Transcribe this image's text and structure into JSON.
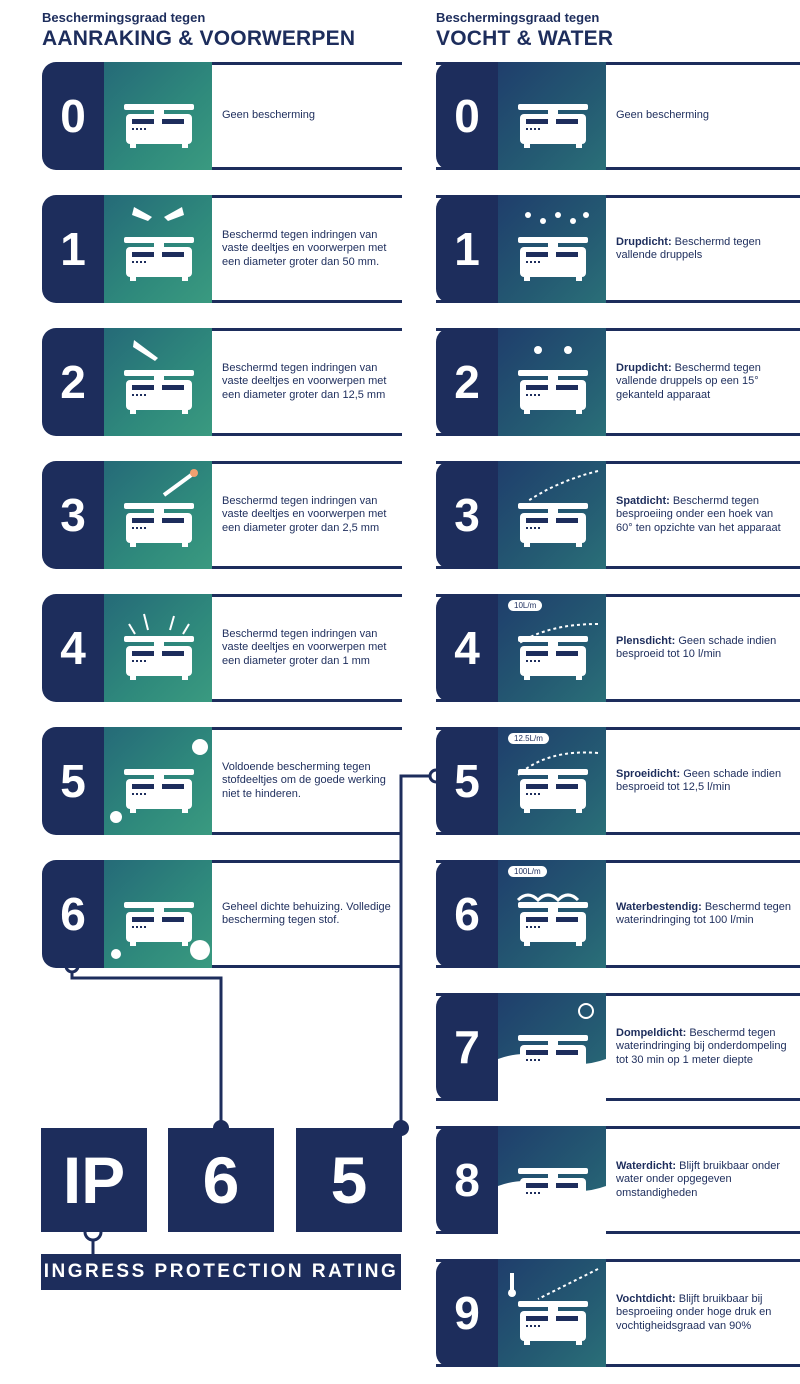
{
  "headers": {
    "left": {
      "sub": "Beschermingsgraad tegen",
      "main": "AANRAKING & VOORWERPEN"
    },
    "right": {
      "sub": "Beschermingsgraad tegen",
      "main": "VOCHT & WATER"
    }
  },
  "solids": [
    {
      "num": "0",
      "text": "Geen bescherming",
      "icon": "scale-icon"
    },
    {
      "num": "1",
      "text": "Beschermd tegen indringen van vaste deeltjes en voorwerpen met een diameter groter dan 50 mm.",
      "icon": "hands-icon"
    },
    {
      "num": "2",
      "text": "Beschermd tegen indringen van vaste deeltjes en voorwerpen met een diameter groter dan 12,5 mm",
      "icon": "finger-icon"
    },
    {
      "num": "3",
      "text": "Beschermd tegen indringen van vaste deeltjes en voorwerpen met een diameter groter dan 2,5 mm",
      "icon": "screwdriver-icon"
    },
    {
      "num": "4",
      "text": "Beschermd tegen indringen van vaste deeltjes en voorwerpen met een diameter groter dan 1 mm",
      "icon": "nails-icon"
    },
    {
      "num": "5",
      "text": "Voldoende bescherming tegen stofdeeltjes om de goede werking niet te hinderen.",
      "icon": "dust-icon"
    },
    {
      "num": "6",
      "text": "Geheel dichte behuizing. Volledige bescherming tegen stof.",
      "icon": "dust-tight-icon"
    }
  ],
  "liquids": [
    {
      "num": "0",
      "bold": "",
      "text": "Geen bescherming",
      "icon": "scale-icon",
      "badge": ""
    },
    {
      "num": "1",
      "bold": "Drupdicht:",
      "text": " Beschermd tegen vallende druppels",
      "icon": "drops-icon",
      "badge": ""
    },
    {
      "num": "2",
      "bold": "Drupdicht:",
      "text": " Beschermd tegen vallende druppels op een 15° gekanteld apparaat",
      "icon": "tilted-drops-icon",
      "badge": ""
    },
    {
      "num": "3",
      "bold": "Spatdicht:",
      "text": " Beschermd tegen besproeiing onder een hoek van 60° ten opzichte van het apparaat",
      "icon": "spray-icon",
      "badge": ""
    },
    {
      "num": "4",
      "bold": "Plensdicht:",
      "text": " Geen schade indien besproeid tot 10 l/min",
      "icon": "splash-icon",
      "badge": "10L/m"
    },
    {
      "num": "5",
      "bold": "Sproeidicht:",
      "text": " Geen schade indien besproeid tot 12,5 l/min",
      "icon": "jet-icon",
      "badge": "12.5L/m"
    },
    {
      "num": "6",
      "bold": "Waterbestendig:",
      "text": " Beschermd tegen waterindringing tot 100 l/min",
      "icon": "powerful-jet-icon",
      "badge": "100L/m"
    },
    {
      "num": "7",
      "bold": "Dompeldicht:",
      "text": " Beschermd tegen waterindringing bij onderdompeling tot 30 min op 1 meter diepte",
      "icon": "immersion-icon",
      "badge": ""
    },
    {
      "num": "8",
      "bold": "Waterdicht:",
      "text": " Blijft bruikbaar onder water onder opgegeven omstandigheden",
      "icon": "submersion-icon",
      "badge": ""
    },
    {
      "num": "9",
      "bold": "Vochtdicht:",
      "text": " Blijft bruikbaar bij besproeiing onder hoge druk en vochtigheidsgraad van 90%",
      "icon": "high-pressure-icon",
      "badge": ""
    }
  ],
  "rating": {
    "ip": "IP",
    "solid_digit": "6",
    "liquid_digit": "5",
    "banner": "INGRESS PROTECTION RATING"
  },
  "colors": {
    "navy": "#1d2d5c",
    "teal": "#2f8a7c",
    "blue": "#245a72"
  }
}
